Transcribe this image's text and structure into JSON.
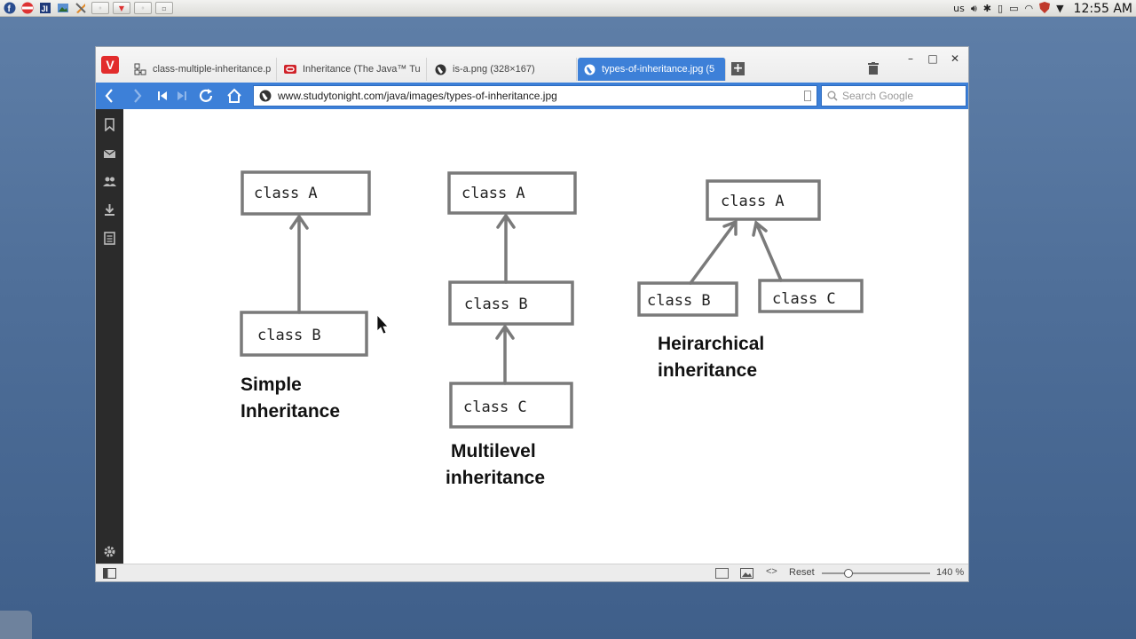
{
  "system_panel": {
    "keyboard_layout": "us",
    "clock": "12:55 AM",
    "accent_color": "#c0392b"
  },
  "browser": {
    "tabs": [
      {
        "label": "class-multiple-inheritance.p",
        "icon": "diagram-icon",
        "active": false
      },
      {
        "label": "Inheritance (The Java™ Tu",
        "icon": "oracle-icon",
        "active": false
      },
      {
        "label": "is-a.png (328×167)",
        "icon": "globe-icon",
        "active": false
      },
      {
        "label": "types-of-inheritance.jpg (5",
        "icon": "globe-icon",
        "active": true
      }
    ],
    "url": "www.studytonight.com/java/images/types-of-inheritance.jpg",
    "search_placeholder": "Search Google",
    "accent_color": "#3d80d8",
    "status": {
      "reset_label": "Reset",
      "zoom": "140 %"
    }
  },
  "diagram": {
    "simple": {
      "class_a": "class A",
      "class_b": "class B",
      "caption_line1": "Simple",
      "caption_line2": "Inheritance"
    },
    "multilevel": {
      "class_a": "class A",
      "class_b": "class B",
      "class_c": "class C",
      "caption_line1": "Multilevel",
      "caption_line2": "inheritance"
    },
    "hierarchical": {
      "class_a": "class A",
      "class_b": "class B",
      "class_c": "class C",
      "caption_line1": "Heirarchical",
      "caption_line2": "inheritance"
    }
  }
}
